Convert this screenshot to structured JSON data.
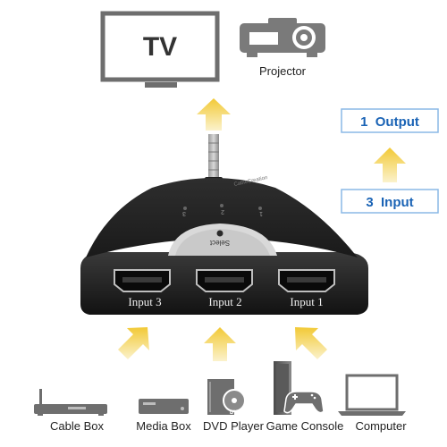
{
  "tv": {
    "label": "TV"
  },
  "projector": {
    "label": "Projector"
  },
  "badges": {
    "output": {
      "label": "1  Output"
    },
    "input": {
      "label": "3  Input"
    }
  },
  "switch": {
    "brand": "CableCreation",
    "led_numbers": [
      "3",
      "2",
      "1"
    ],
    "select_label": "Select",
    "ports": [
      {
        "label": "Input 3"
      },
      {
        "label": "Input 2"
      },
      {
        "label": "Input 1"
      }
    ]
  },
  "sources": [
    {
      "label": "Cable Box",
      "icon": "cable-box-icon"
    },
    {
      "label": "Media Box",
      "icon": "media-box-icon"
    },
    {
      "label": "DVD Player",
      "icon": "dvd-player-icon"
    },
    {
      "label": "Game Console",
      "icon": "game-console-icon"
    },
    {
      "label": "Computer",
      "icon": "computer-icon"
    }
  ],
  "colors": {
    "arrow_yellow": "#f3cd3c",
    "badge_text": "#1a63b5",
    "badge_border": "#8ab8e6",
    "switch_body": "#1c1c1c",
    "device_gray": "#6e6e6e"
  }
}
